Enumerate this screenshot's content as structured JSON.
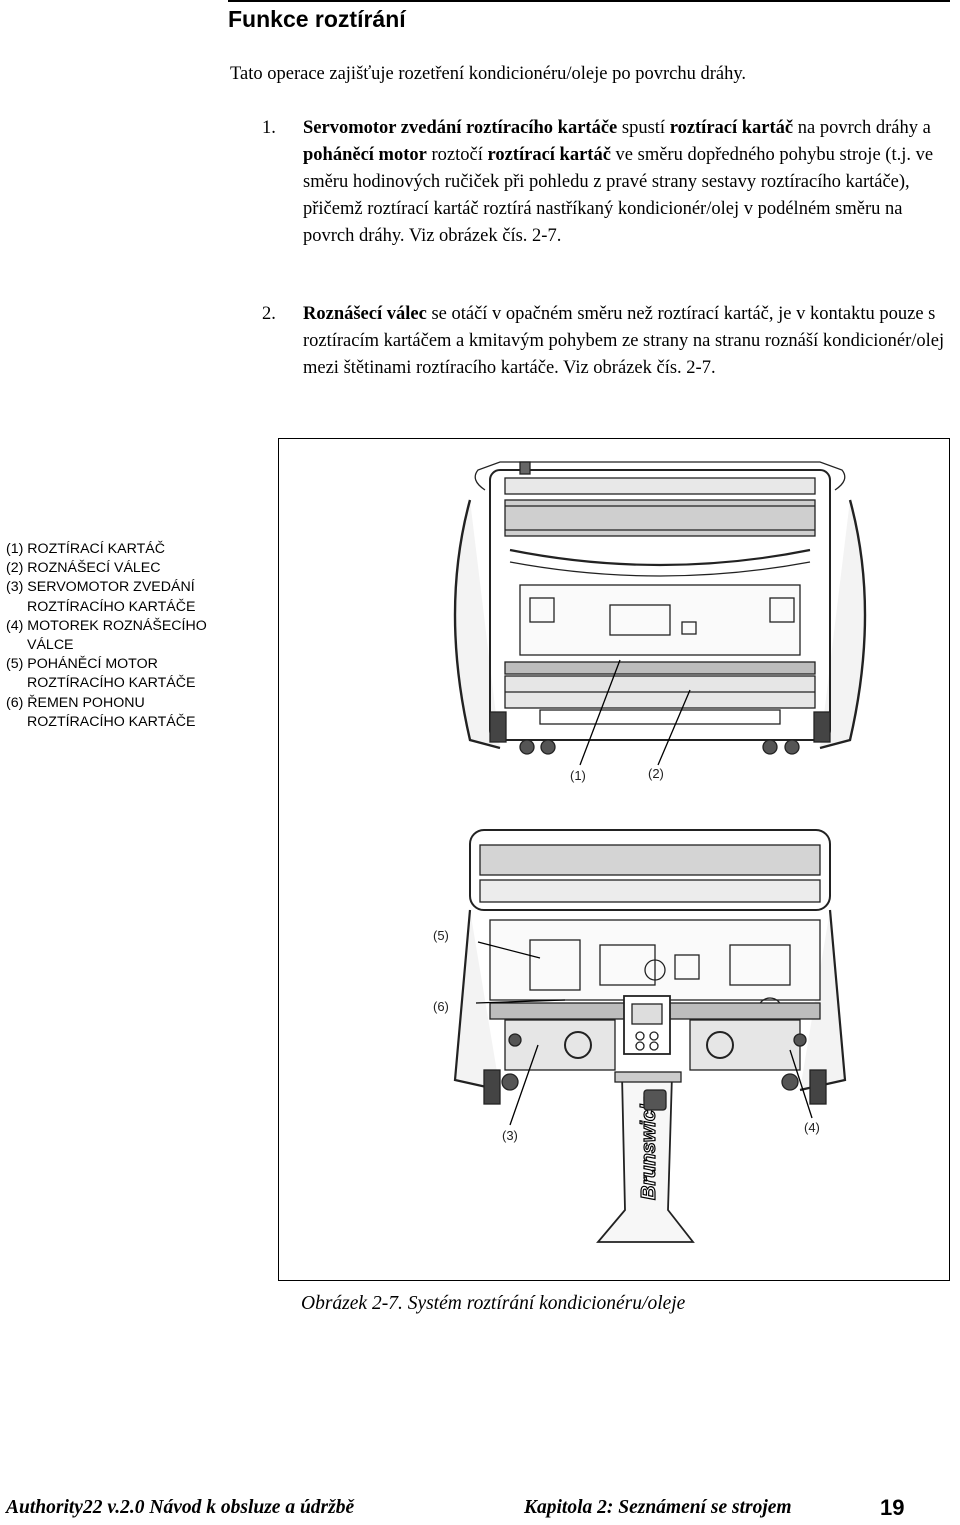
{
  "heading": "Funkce roztírání",
  "intro": "Tato operace zajišťuje rozetření kondicionéru/oleje po povrchu dráhy.",
  "items": [
    {
      "number": "1.",
      "segments": [
        {
          "t": "Servomotor zvedání roztíracího kartáče",
          "b": true
        },
        {
          "t": " spustí ",
          "b": false
        },
        {
          "t": "roztírací kartáč",
          "b": true
        },
        {
          "t": " na povrch dráhy a ",
          "b": false
        },
        {
          "t": "poháněcí motor",
          "b": true
        },
        {
          "t": " roztočí ",
          "b": false
        },
        {
          "t": "roztírací kartáč",
          "b": true
        },
        {
          "t": " ve směru dopředného pohybu stroje (t.j. ve směru hodinových ručiček při pohledu z pravé strany sestavy roztíracího kartáče), přičemž roztírací kartáč roztírá nastříkaný kondicionér/olej v podélném směru na povrch dráhy. Viz obrázek čís. 2-7.",
          "b": false
        }
      ]
    },
    {
      "number": "2.",
      "segments": [
        {
          "t": "Roznášecí válec",
          "b": true
        },
        {
          "t": " se otáčí v opačném směru než roztírací kartáč, je v kontaktu pouze s roztíracím kartáčem a kmitavým pohybem ze strany na stranu roznáší kondicionér/olej mezi štětinami roztíracího kartáče. Viz obrázek čís. 2-7.",
          "b": false
        }
      ]
    }
  ],
  "legend": [
    "(1) ROZTÍRACÍ KARTÁČ",
    "(2) ROZNÁŠECÍ VÁLEC",
    "(3) SERVOMOTOR ZVEDÁNÍ",
    "ROZTÍRACÍHO KARTÁČE",
    "(4) MOTOREK ROZNÁŠECÍHO",
    "VÁLCE",
    "(5) POHÁNĚCÍ MOTOR",
    "ROZTÍRACÍHO KARTÁČE",
    "(6) ŘEMEN POHONU",
    "ROZTÍRACÍHO KARTÁČE"
  ],
  "callouts": {
    "c1": "(1)",
    "c2": "(2)",
    "c3": "(3)",
    "c4": "(4)",
    "c5": "(5)",
    "c6": "(6)"
  },
  "brand_text": "Brunswick",
  "caption": "Obrázek  2-7. Systém roztírání kondicionéru/oleje",
  "footer": {
    "left": "Authority22 v.2.0 Návod k obsluze a údržbě",
    "right": "Kapitola 2: Seznámení se strojem",
    "page": "19"
  }
}
